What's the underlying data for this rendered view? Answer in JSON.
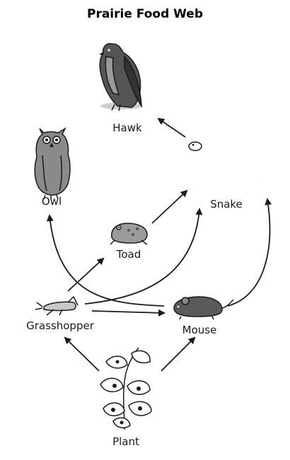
{
  "title": "Prairie Food Web",
  "organisms": {
    "hawk": "Hawk",
    "owl": "Owl",
    "snake": "Snake",
    "toad": "Toad",
    "grasshopper": "Grasshopper",
    "mouse": "Mouse",
    "plant": "Plant"
  },
  "arrows": [
    {
      "from": "Plant",
      "to": "Grasshopper"
    },
    {
      "from": "Plant",
      "to": "Mouse"
    },
    {
      "from": "Grasshopper",
      "to": "Toad"
    },
    {
      "from": "Grasshopper",
      "to": "Mouse"
    },
    {
      "from": "Grasshopper",
      "to": "Snake"
    },
    {
      "from": "Toad",
      "to": "Snake"
    },
    {
      "from": "Mouse",
      "to": "Owl"
    },
    {
      "from": "Mouse",
      "to": "Snake"
    },
    {
      "from": "Snake",
      "to": "Hawk"
    }
  ],
  "icons": [
    "hawk-icon",
    "owl-icon",
    "snake-icon",
    "toad-icon",
    "grasshopper-icon",
    "mouse-icon",
    "plant-icon"
  ]
}
